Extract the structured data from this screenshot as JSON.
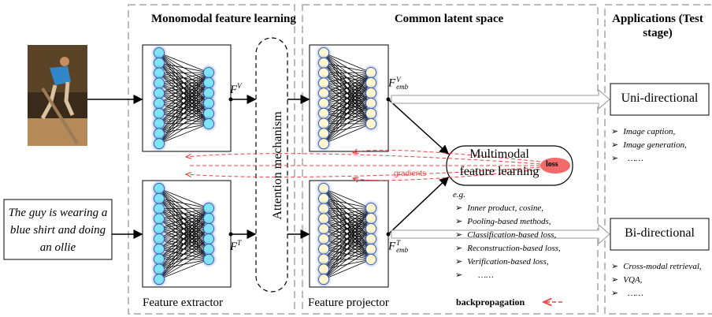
{
  "sections": {
    "monomodal_title": "Monomodal feature learning",
    "common_title": "Common latent space",
    "applications_title": "Applications (Test stage)"
  },
  "labels": {
    "feature_extractor": "Feature extractor",
    "feature_projector": "Feature projector",
    "attention": "Attention mechanism",
    "multimodal_box": "Multimodal feature learning",
    "loss": "loss",
    "gradients": "gradients",
    "uni": "Uni-directional",
    "bi": "Bi-directional",
    "backprop": "backpropagation"
  },
  "math": {
    "fv": "F",
    "fv_sup": "V",
    "ft": "F",
    "ft_sup": "T",
    "fev": "F",
    "fev_sup": "V",
    "fev_sub": "emb",
    "fet": "F",
    "fet_sup": "T",
    "fet_sub": "emb"
  },
  "text_input": "The guy is wearing a blue shirt and doing an ollie",
  "eg_label": "e.g.",
  "loss_methods": [
    "Inner product, cosine,",
    "Pooling-based methods,",
    "Classification-based loss,",
    "Reconstruction-based loss,",
    "Verification-based loss,",
    "……"
  ],
  "uni_apps": [
    "Image caption,",
    "Image generation,",
    "……"
  ],
  "bi_apps": [
    "Cross-modal retrieval,",
    "VQA,",
    "……"
  ],
  "colors": {
    "neuron_blue": "#7fe4f4",
    "neuron_cream": "#fdf6cf",
    "gradient_red": "#e84545",
    "loss_fill": "#f26b6b",
    "dashed_gray": "#bbbbbb"
  }
}
